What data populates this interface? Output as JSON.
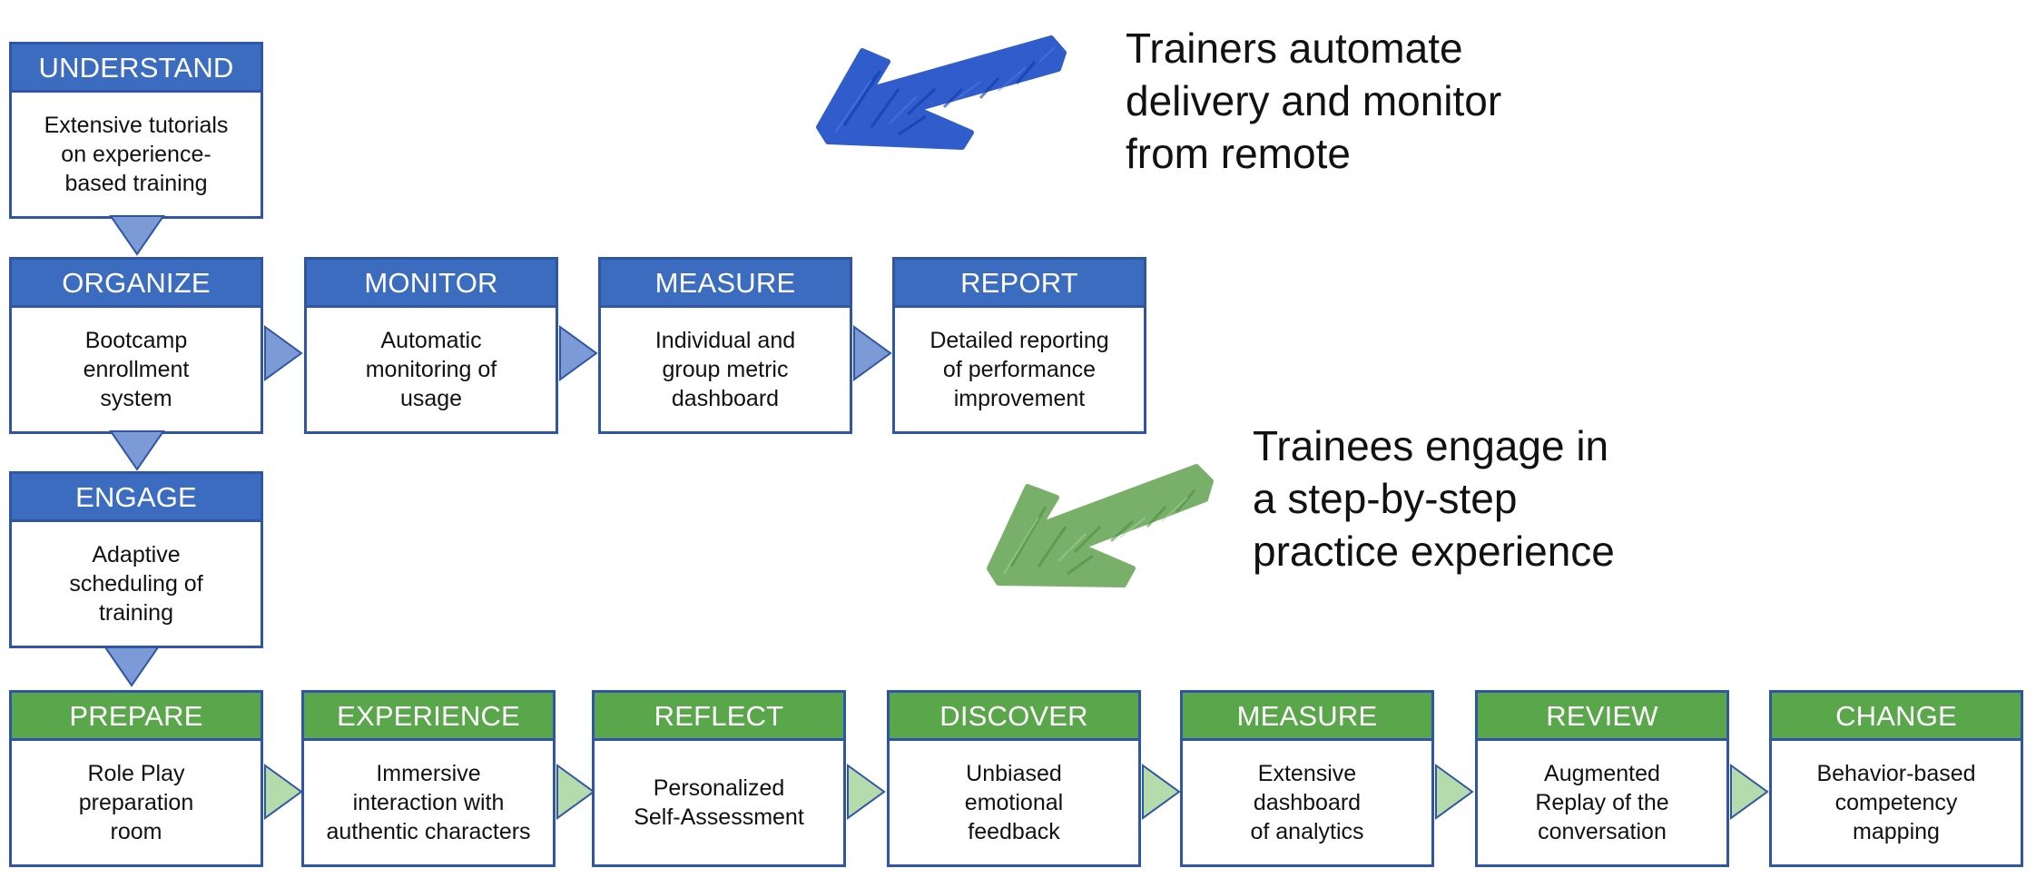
{
  "colors": {
    "trainer_header": "#3c6cc0",
    "trainee_header": "#5aa64a",
    "border": "#2f56a6",
    "trainer_connector": "#7b9ad6",
    "trainee_connector": "#b5dbad",
    "blue_brush": "#1f4fc8",
    "green_brush": "#6aa85a"
  },
  "trainer_steps": [
    {
      "title": "UNDERSTAND",
      "text": "Extensive tutorials\non experience-\nbased training"
    },
    {
      "title": "ORGANIZE",
      "text": "Bootcamp\nenrollment\nsystem"
    },
    {
      "title": "MONITOR",
      "text": "Automatic\nmonitoring of\nusage"
    },
    {
      "title": "MEASURE",
      "text": "Individual and\ngroup metric\ndashboard"
    },
    {
      "title": "REPORT",
      "text": "Detailed reporting\nof performance\nimprovement"
    },
    {
      "title": "ENGAGE",
      "text": "Adaptive\nscheduling of\ntraining"
    }
  ],
  "trainee_steps": [
    {
      "title": "PREPARE",
      "text": "Role Play\npreparation\nroom"
    },
    {
      "title": "EXPERIENCE",
      "text": "Immersive\ninteraction with\nauthentic characters"
    },
    {
      "title": "REFLECT",
      "text": "Personalized\nSelf-Assessment"
    },
    {
      "title": "DISCOVER",
      "text": "Unbiased\nemotional\nfeedback"
    },
    {
      "title": "MEASURE",
      "text": "Extensive\ndashboard\nof analytics"
    },
    {
      "title": "REVIEW",
      "text": "Augmented\nReplay of the\nconversation"
    },
    {
      "title": "CHANGE",
      "text": "Behavior-based\ncompetency\nmapping"
    }
  ],
  "notes": {
    "trainers": "Trainers automate\ndelivery and monitor\nfrom remote",
    "trainees": "Trainees engage in\na step-by-step\npractice experience"
  }
}
